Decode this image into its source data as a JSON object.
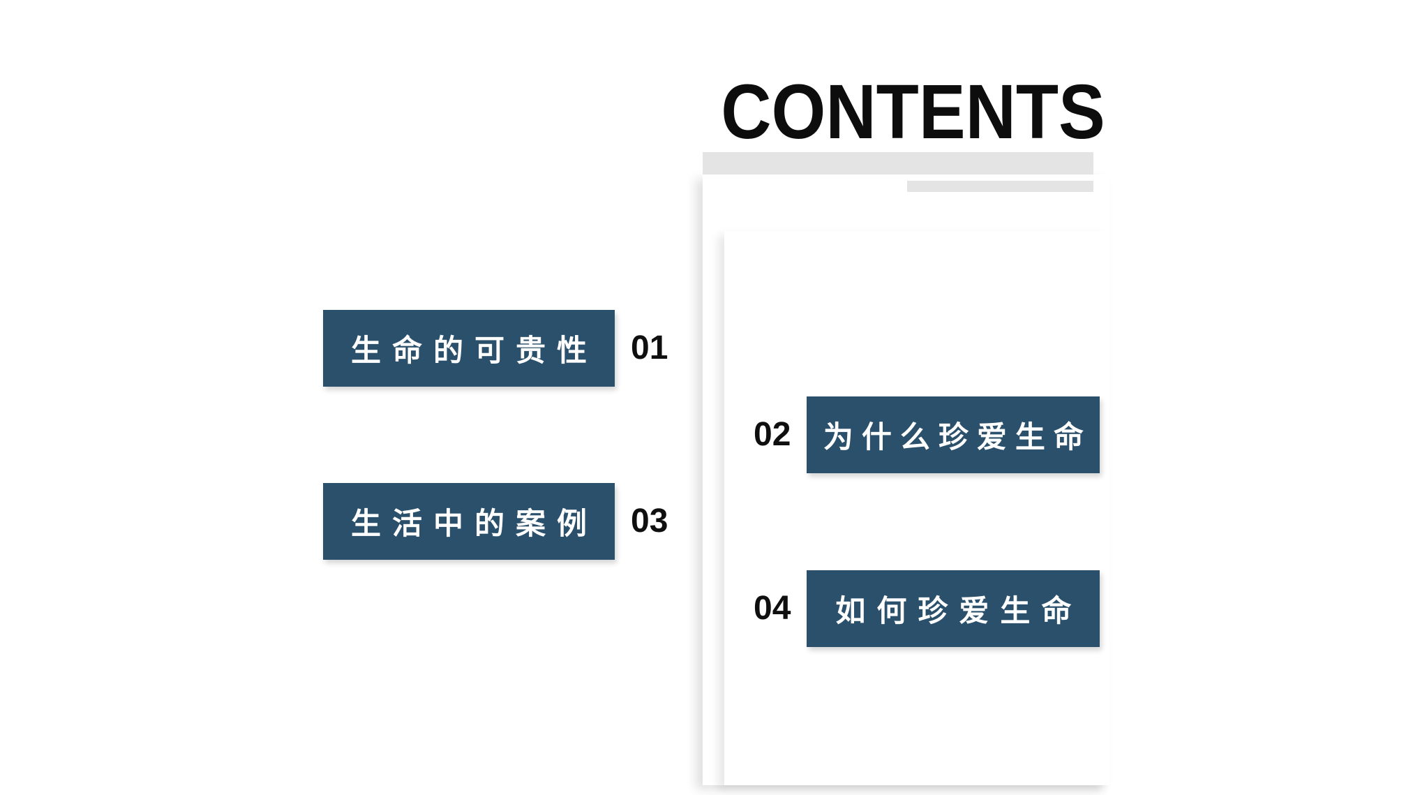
{
  "slide": {
    "title": "CONTENTS",
    "colors": {
      "background": "#ffffff",
      "accent_blue": "#2b506c",
      "underline_gray": "#e4e4e4",
      "text_black": "#0d0d0d",
      "item_text_white": "#ffffff"
    },
    "toc": [
      {
        "num": "01",
        "label": "生命的可贵性",
        "side": "left"
      },
      {
        "num": "02",
        "label": "为什么珍爱生命",
        "side": "right"
      },
      {
        "num": "03",
        "label": "生活中的案例",
        "side": "left"
      },
      {
        "num": "04",
        "label": "如何珍爱生命",
        "side": "right"
      }
    ]
  }
}
